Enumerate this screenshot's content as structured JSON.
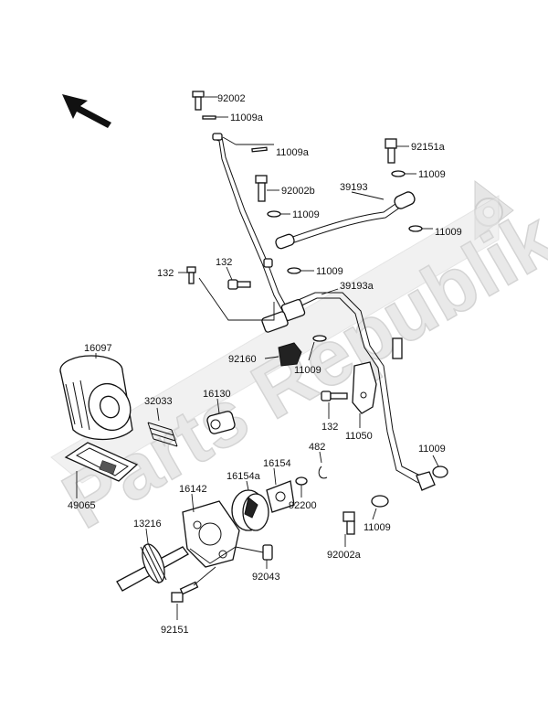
{
  "watermark": {
    "text": "Parts Republik"
  },
  "callouts": {
    "c92002": "92002",
    "c11009a_top": "11009a",
    "c11009a_mid": "11009a",
    "c92002b": "92002b",
    "c11009_a": "11009",
    "c92151a": "92151a",
    "c11009_b": "11009",
    "c39193": "39193",
    "c11009_c": "11009",
    "c132_left": "132",
    "c132_mid": "132",
    "c11009_d": "11009",
    "c39193a": "39193a",
    "c16097": "16097",
    "c92160": "92160",
    "c11009_e": "11009",
    "c32033": "32033",
    "c16130": "16130",
    "c132_low": "132",
    "c11050": "11050",
    "c482": "482",
    "c16154": "16154",
    "c16154a": "16154a",
    "c16142": "16142",
    "c92200": "92200",
    "c11009_f": "11009",
    "c49065": "49065",
    "c13216": "13216",
    "c11009_g": "11009",
    "c92002a": "92002a",
    "c92043": "92043",
    "c92151": "92151"
  },
  "icons": {
    "direction": "front-arrow-icon",
    "gear": "gear-watermark-icon"
  }
}
